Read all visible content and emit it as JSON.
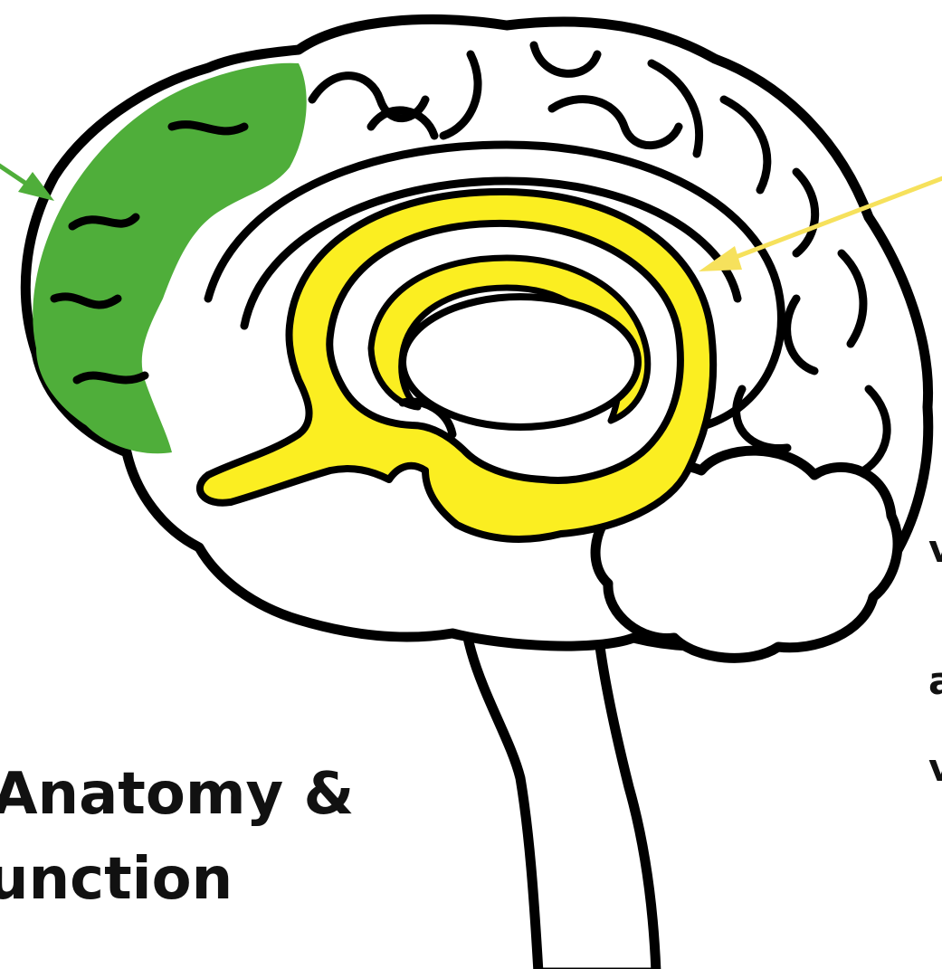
{
  "title": {
    "line1": "Anatomy &",
    "line2": "unction"
  },
  "edge_fragments": [
    "v",
    "a",
    "v"
  ],
  "regions": {
    "prefrontal_cortex": {
      "color": "#4fae3a"
    },
    "limbic_system": {
      "color": "#fbee21"
    }
  },
  "arrows": {
    "green_arrow": {
      "color": "#4fae3a",
      "points_to": "prefrontal_cortex"
    },
    "yellow_arrow": {
      "color": "#f6e15c",
      "points_to": "limbic_system"
    }
  }
}
